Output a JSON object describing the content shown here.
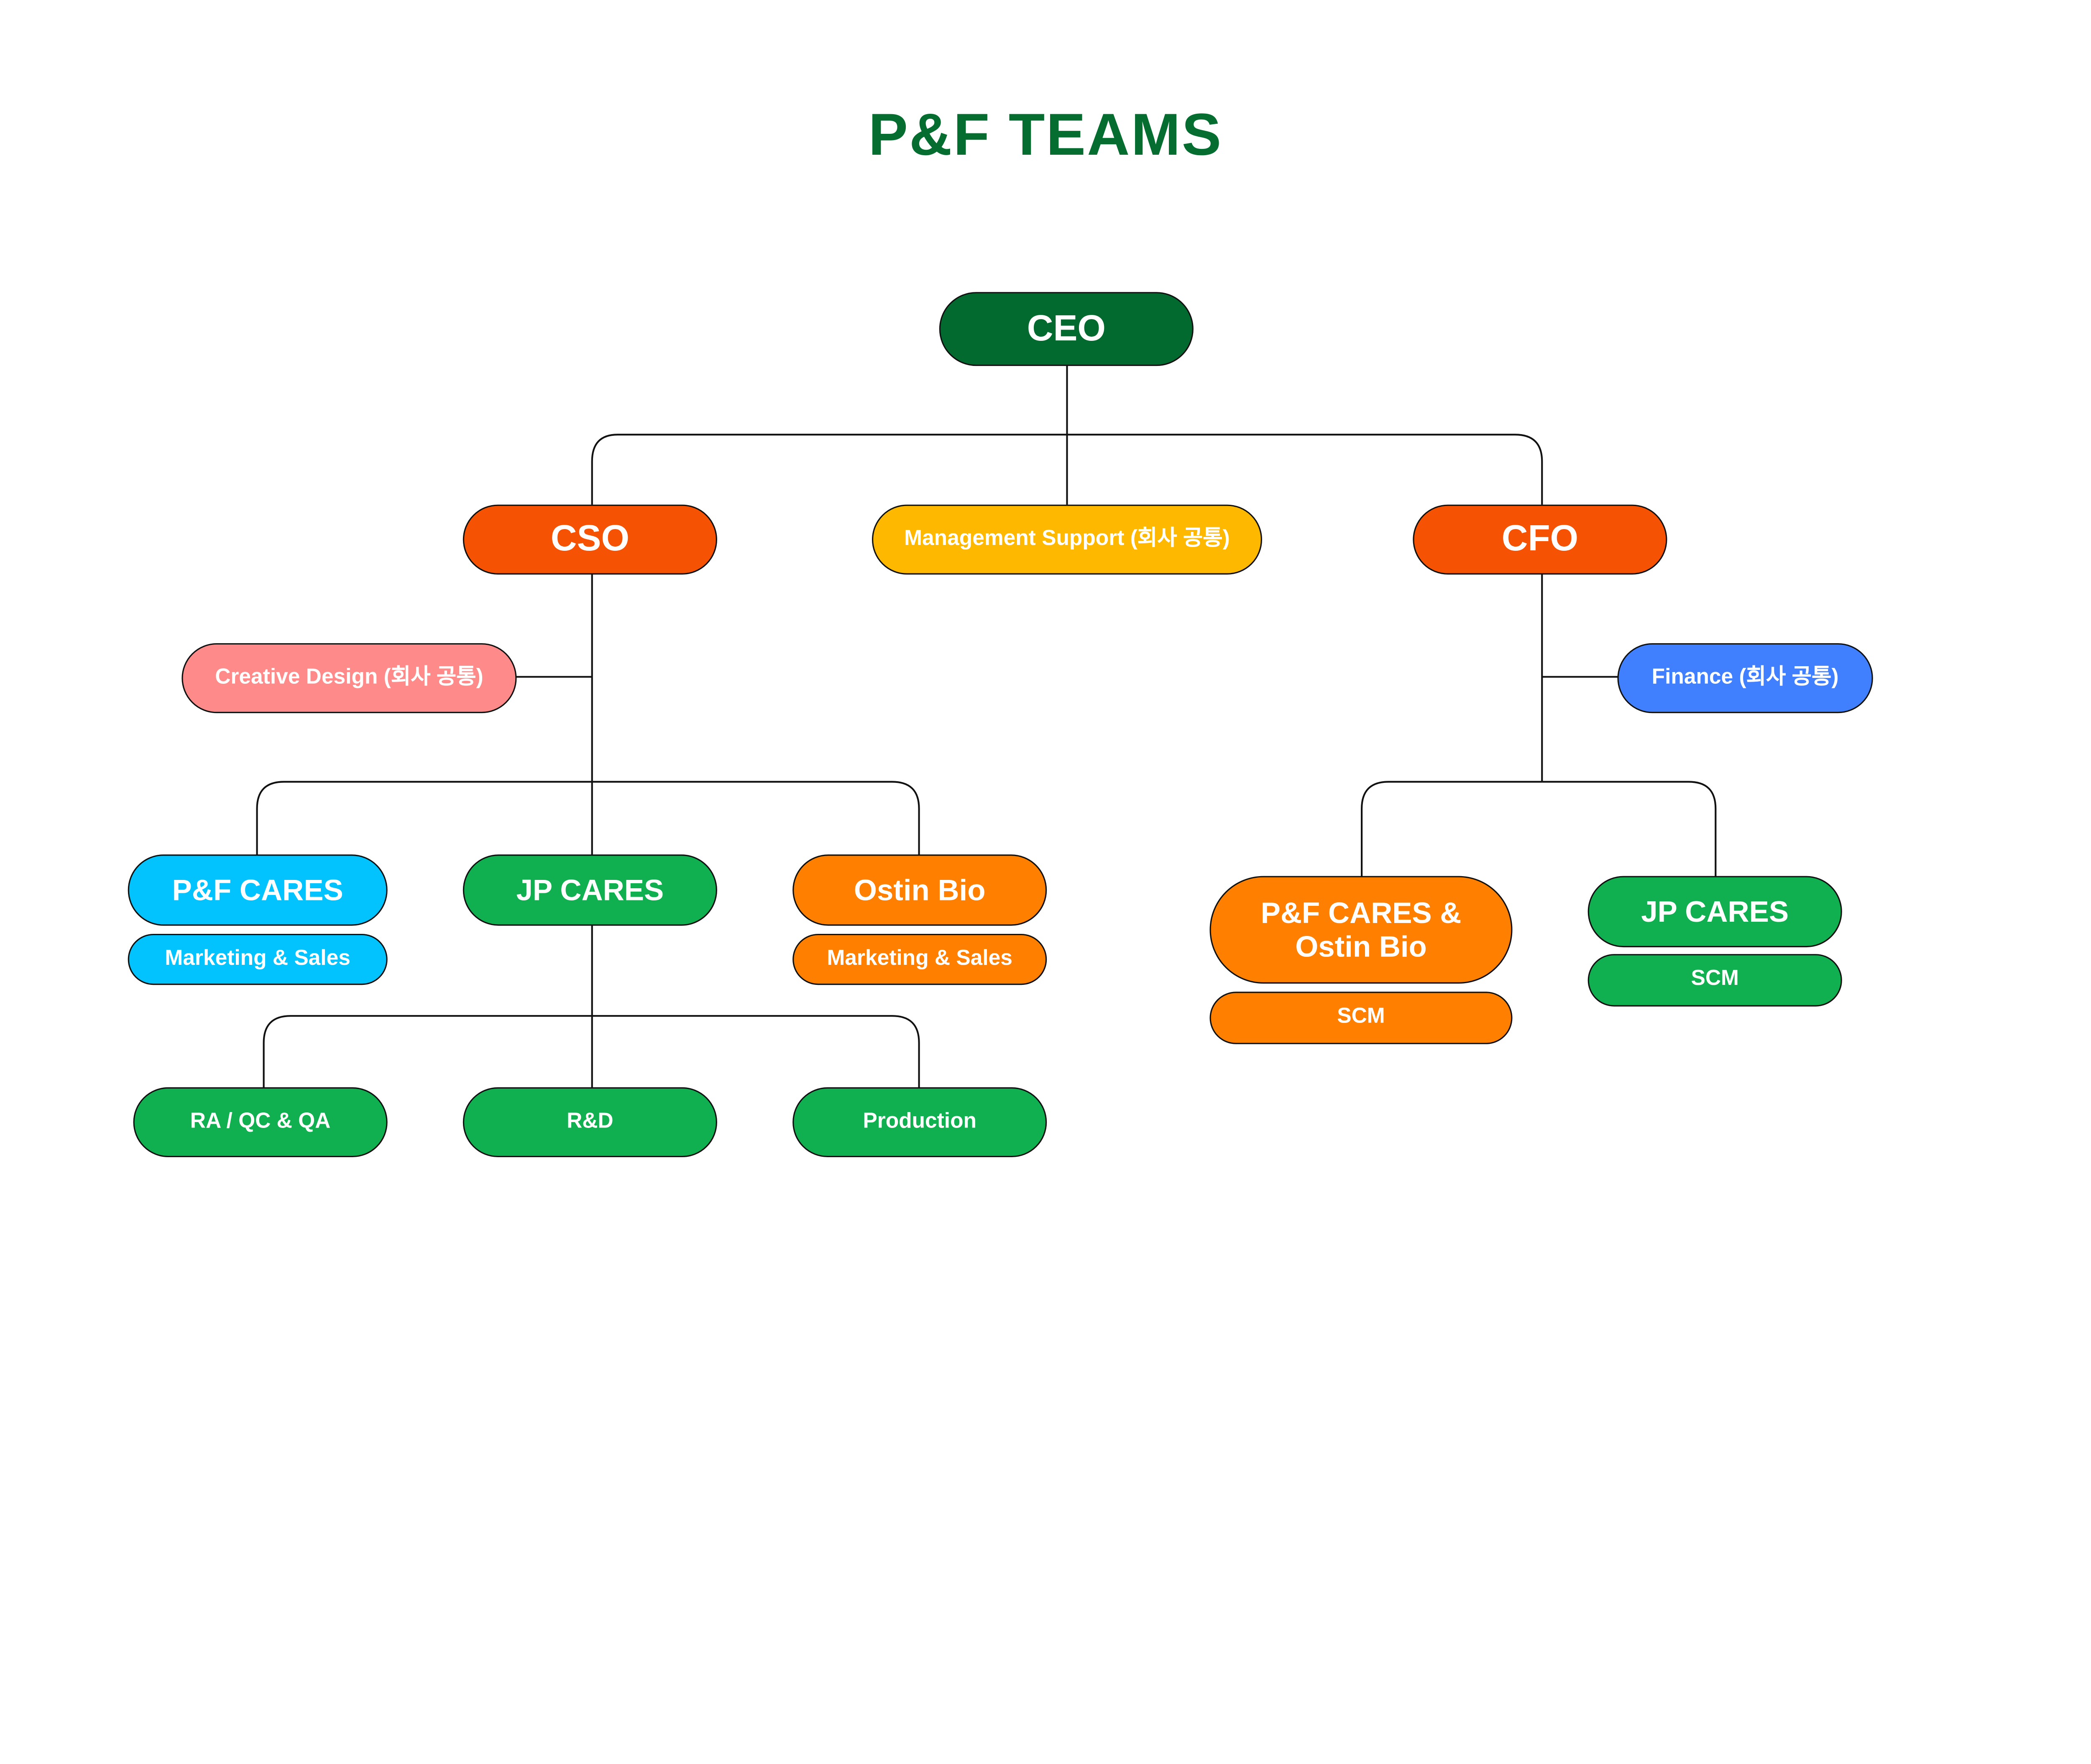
{
  "title": "P&F TEAMS",
  "colors": {
    "title": "#046d2f",
    "ceo": "#036a2f",
    "executive": "#f55204",
    "management_support": "#ffb800",
    "creative_design": "#ff8a8a",
    "finance": "#4080ff",
    "pf_cares": "#03c3ff",
    "jp_cares": "#10b050",
    "ostin_bio": "#ff8000",
    "connector": "#111111"
  },
  "nodes": {
    "ceo": {
      "label": "CEO"
    },
    "cso": {
      "label": "CSO"
    },
    "management_support": {
      "label": "Management Support (회사 공통)"
    },
    "cfo": {
      "label": "CFO"
    },
    "creative_design": {
      "label": "Creative Design (회사 공통)"
    },
    "finance": {
      "label": "Finance (회사 공통)"
    },
    "pf_cares": {
      "label": "P&F CARES",
      "sub": "Marketing & Sales"
    },
    "jp_cares_cso": {
      "label": "JP CARES"
    },
    "ostin_bio": {
      "label": "Ostin Bio",
      "sub": "Marketing & Sales"
    },
    "ra_qc_qa": {
      "label": "RA / QC & QA"
    },
    "rnd": {
      "label": "R&D"
    },
    "production": {
      "label": "Production"
    },
    "pf_ostin": {
      "label_line1": "P&F CARES &",
      "label_line2": "Ostin Bio",
      "sub": "SCM"
    },
    "jp_cares_cfo": {
      "label": "JP CARES",
      "sub": "SCM"
    }
  }
}
